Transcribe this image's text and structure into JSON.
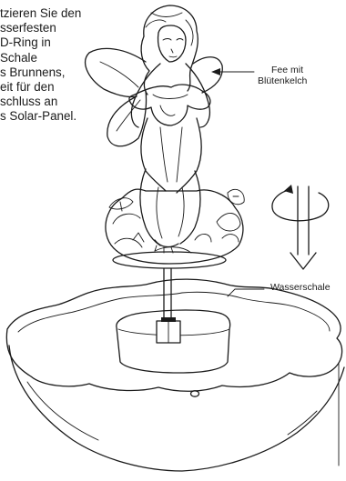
{
  "instruction_lines": [
    "tzieren Sie den",
    "sserfesten",
    "D-Ring in",
    "Schale",
    "s Brunnens,",
    "eit für den",
    "schluss an",
    "s Solar-Panel."
  ],
  "labels": {
    "fairy_line1": "Fee mit",
    "fairy_line2": "Blütenkelch",
    "basin": "Wasserschale"
  }
}
